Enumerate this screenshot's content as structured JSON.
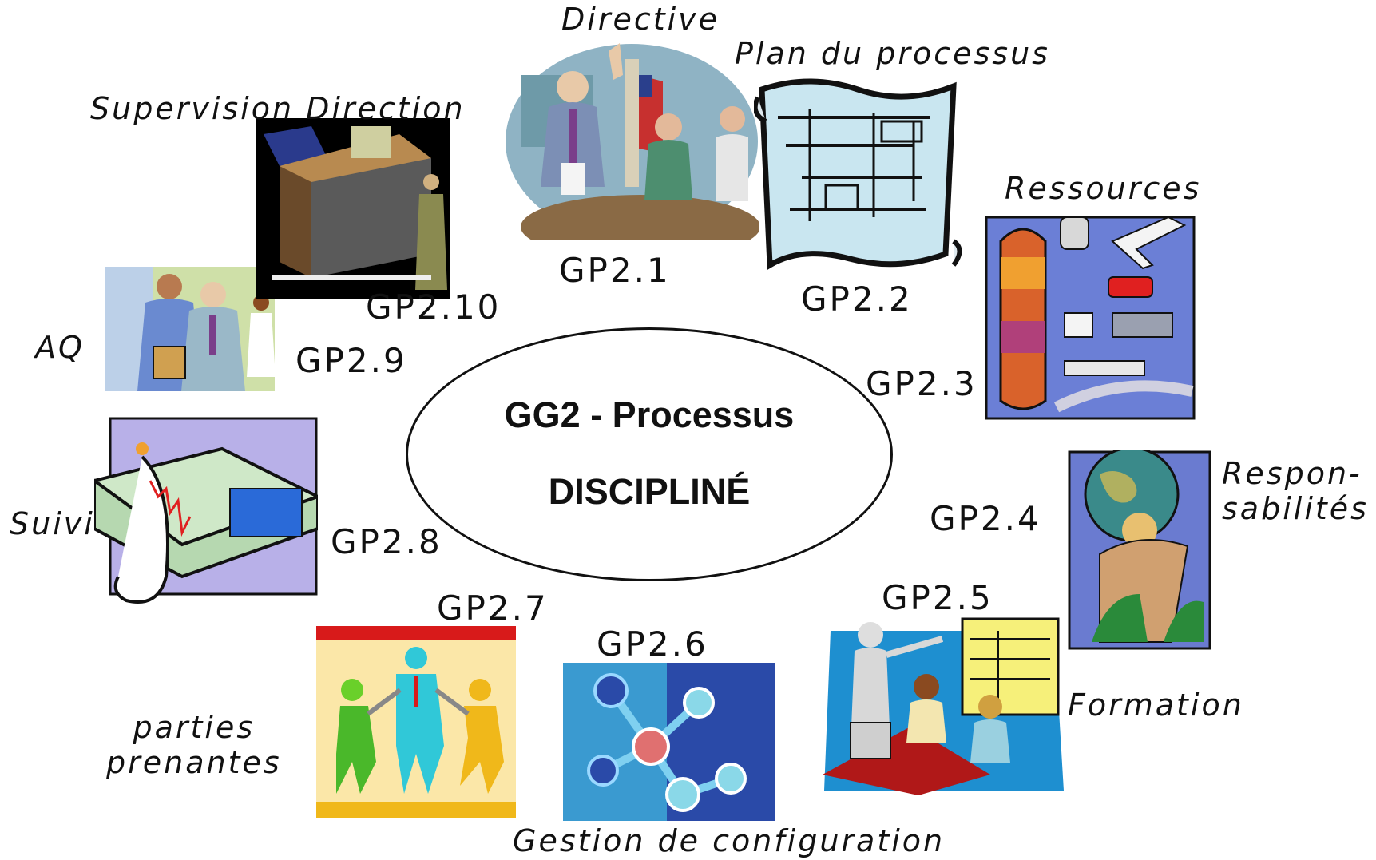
{
  "center": {
    "line1": "GG2 - Processus",
    "line2": "DISCIPLINÉ"
  },
  "practices": [
    {
      "id": "GP2.1",
      "label": "Directive",
      "icon": "meeting-presentation-icon"
    },
    {
      "id": "GP2.2",
      "label": "Plan du processus",
      "icon": "blueprint-scroll-icon"
    },
    {
      "id": "GP2.3",
      "label": "Ressources",
      "icon": "industrial-resources-icon"
    },
    {
      "id": "GP2.4",
      "label": "Respon-\nsabilités",
      "icon": "man-carrying-globe-icon"
    },
    {
      "id": "GP2.5",
      "label": "Formation",
      "icon": "computer-training-icon"
    },
    {
      "id": "GP2.6",
      "label": "Gestion de configuration",
      "icon": "molecule-network-icon"
    },
    {
      "id": "GP2.7",
      "label": "parties\nprenantes",
      "icon": "dancing-people-icon"
    },
    {
      "id": "GP2.8",
      "label": "Suivi",
      "icon": "chart-recorder-icon"
    },
    {
      "id": "GP2.9",
      "label": "AQ",
      "icon": "inspectors-clipboard-icon"
    },
    {
      "id": "GP2.10",
      "label": "Supervision Direction",
      "icon": "manager-desk-icon"
    }
  ]
}
